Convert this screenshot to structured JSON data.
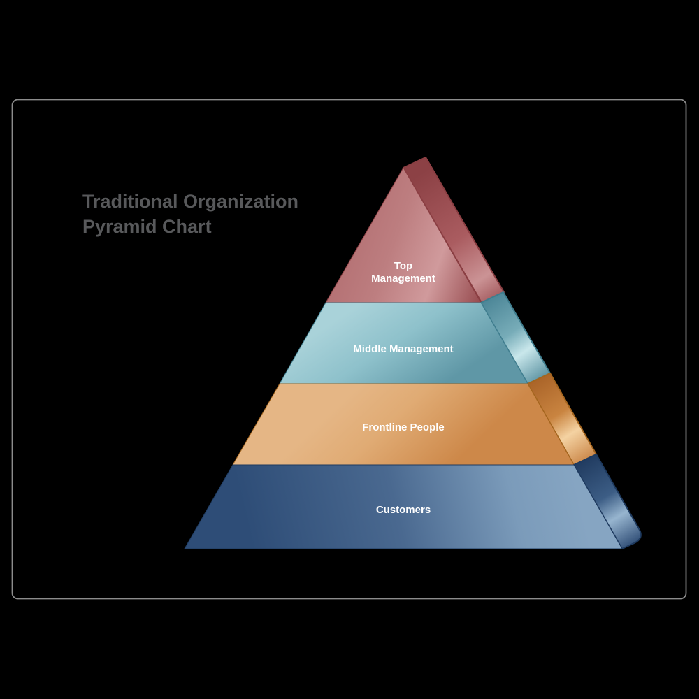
{
  "page": {
    "background_color": "#000000",
    "card": {
      "border_color": "#8c8c8c",
      "fill": "none"
    }
  },
  "title": {
    "text": "Traditional Organization Pyramid Chart",
    "line1": "Traditional Organization",
    "line2": "Pyramid Chart",
    "color": "#58595b"
  },
  "pyramid": {
    "type": "pyramid",
    "label_color": "#ffffff",
    "levels": [
      {
        "rank": 1,
        "label": "Top Management",
        "line1": "Top",
        "line2": "Management",
        "front_color": "#b97174",
        "side_color": "#a65a5e",
        "edge_color": "#8a3e42"
      },
      {
        "rank": 2,
        "label": "Middle Management",
        "front_color": "#7fb3bf",
        "side_color": "#77acb8",
        "edge_color": "#3f7d8e"
      },
      {
        "rank": 3,
        "label": "Frontline People",
        "front_color": "#dba269",
        "side_color": "#c98440",
        "edge_color": "#a5661f"
      },
      {
        "rank": 4,
        "label": "Customers",
        "front_color": "#49688f",
        "side_color": "#3c5d85",
        "edge_color": "#1e3a5f"
      }
    ]
  }
}
